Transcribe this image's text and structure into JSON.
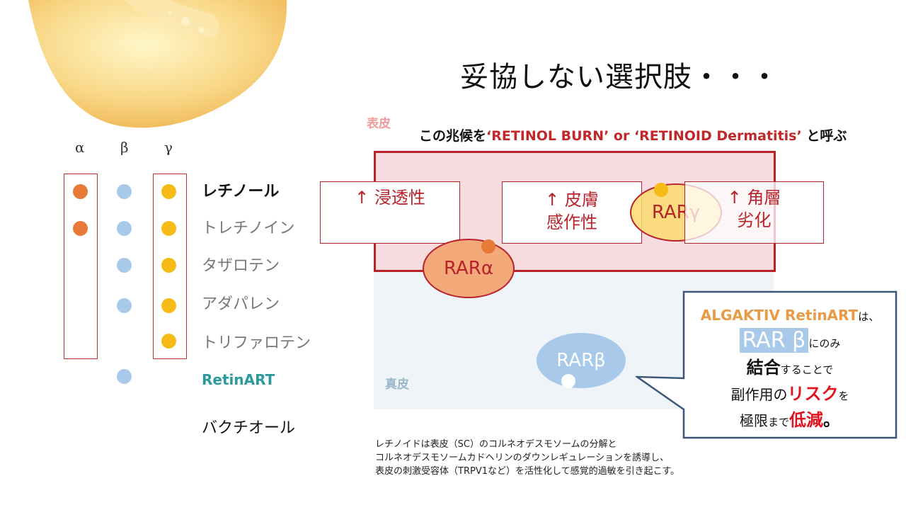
{
  "title": "妥協しない選択肢・・・",
  "columns": [
    "α",
    "β",
    "γ"
  ],
  "drugs": [
    {
      "name": "レチノール",
      "alpha": true,
      "beta": true,
      "gamma": true
    },
    {
      "name": "トレチノイン",
      "alpha": true,
      "beta": true,
      "gamma": true
    },
    {
      "name": "タザロテン",
      "alpha": false,
      "beta": true,
      "gamma": true
    },
    {
      "name": "アダパレン",
      "alpha": false,
      "beta": true,
      "gamma": true
    },
    {
      "name": "トリファロテン",
      "alpha": false,
      "beta": false,
      "gamma": true
    },
    {
      "name": "RetinART",
      "alpha": false,
      "beta": true,
      "gamma": false
    },
    {
      "name": "バクチオール",
      "alpha": false,
      "beta": false,
      "gamma": false
    }
  ],
  "subtitle": {
    "prefix": "この兆候を",
    "highlight": "‘RETINOL BURN’ or ‘RETINOID Dermatitis’",
    "suffix": "と呼ぶ"
  },
  "layers": {
    "epidermis": "表皮",
    "dermis": "真皮"
  },
  "effects": [
    {
      "arrow": "↑",
      "line1": "浸透性",
      "line2": ""
    },
    {
      "arrow": "↑",
      "line1": "皮膚",
      "line2": "感作性"
    },
    {
      "arrow": "↑",
      "line1": "角層",
      "line2": "劣化"
    }
  ],
  "receptors": {
    "alpha": "RARα",
    "beta": "RARβ",
    "gamma": "RARγ"
  },
  "callout": {
    "brand": "ALGAKTIV RetinART",
    "ha": "は、",
    "rar": "RAR β",
    "nomi": "にのみ",
    "ketsugo": "結合",
    "surukoto": "することで",
    "fuku": "副作用の",
    "risk": "リスク",
    "wo": "を",
    "kyokugen": "極限",
    "made": "まで",
    "teigen": "低減",
    "end": "。"
  },
  "note": [
    "レチノイドは表皮（SC）のコルネオデスモソームの分解と",
    "コルネオデスモソームカドヘリンのダウンレギュレーションを誘導し、",
    "表皮の刺激受容体（TRPV1など）を活性化して感覚的過敏を引き起こす。"
  ],
  "colors": {
    "alpha": "#e67a36",
    "beta": "#a8c9ea",
    "gamma": "#f6bb17",
    "accent_red": "#b8232b",
    "brand_orange": "#e89a44",
    "teal": "#2b9a9c"
  }
}
